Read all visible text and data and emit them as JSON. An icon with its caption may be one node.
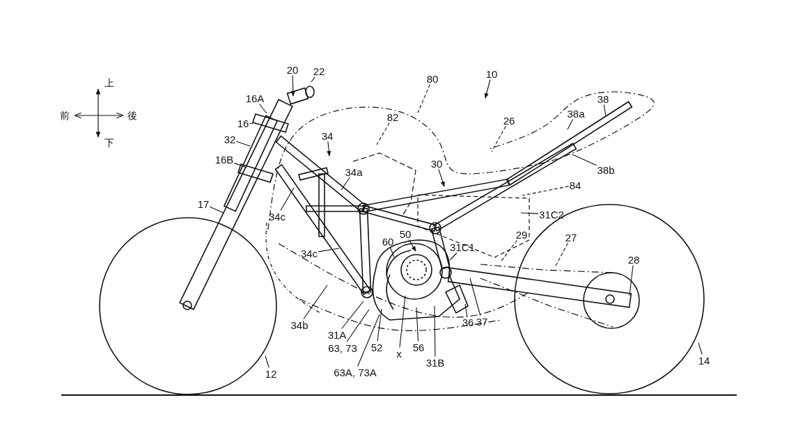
{
  "diagram": {
    "nodes": [
      {
        "text": [
          "20"
        ]
      },
      {
        "text": [
          "22"
        ]
      },
      {
        "text": [
          "16A"
        ]
      },
      {
        "text": [
          "16"
        ]
      },
      {
        "text": [
          "32"
        ]
      },
      {
        "text": [
          "16B"
        ]
      },
      {
        "text": [
          "17"
        ]
      },
      {
        "text": [
          "80"
        ]
      },
      {
        "text": [
          "10"
        ]
      },
      {
        "text": [
          "82"
        ]
      },
      {
        "text": [
          "34"
        ]
      },
      {
        "text": [
          "26"
        ]
      },
      {
        "text": [
          "38"
        ]
      },
      {
        "text": [
          "38a"
        ]
      },
      {
        "text": [
          "38b"
        ]
      },
      {
        "text": [
          "30"
        ]
      },
      {
        "text": [
          "34a"
        ]
      },
      {
        "text": [
          "84"
        ]
      },
      {
        "text": [
          "31C2"
        ]
      },
      {
        "text": [
          "34c"
        ]
      },
      {
        "text": [
          "34c"
        ]
      },
      {
        "text": [
          "60"
        ]
      },
      {
        "text": [
          "50"
        ]
      },
      {
        "text": [
          "31C1"
        ]
      },
      {
        "text": [
          "29"
        ]
      },
      {
        "text": [
          "27"
        ]
      },
      {
        "text": [
          "28"
        ]
      },
      {
        "text": [
          "34b"
        ]
      },
      {
        "text": [
          "31A"
        ]
      },
      {
        "text": [
          "63, 73"
        ]
      },
      {
        "text": [
          "52"
        ]
      },
      {
        "text": [
          "x"
        ]
      },
      {
        "text": [
          "56"
        ]
      },
      {
        "text": [
          "31B"
        ]
      },
      {
        "text": [
          "36"
        ]
      },
      {
        "text": [
          "37"
        ]
      },
      {
        "text": [
          "63A, 73A"
        ]
      },
      {
        "text": [
          "12"
        ]
      },
      {
        "text": [
          "14"
        ]
      }
    ],
    "edges": [
      {
        "from": 0,
        "to": null,
        "arrow": "to"
      },
      {
        "from": 1,
        "to": null,
        "arrow": "none"
      },
      {
        "from": 2,
        "to": null,
        "arrow": "none"
      },
      {
        "from": 3,
        "to": null,
        "arrow": "none",
        "style": "dashed"
      },
      {
        "from": 4,
        "to": null,
        "arrow": "none"
      },
      {
        "from": 5,
        "to": null,
        "arrow": "none"
      },
      {
        "from": 6,
        "to": null,
        "arrow": "none"
      },
      {
        "from": 7,
        "to": null,
        "arrow": "none",
        "style": "dashed"
      },
      {
        "from": 8,
        "to": null,
        "arrow": "to"
      },
      {
        "from": 9,
        "to": null,
        "arrow": "none",
        "style": "dashed"
      },
      {
        "from": 10,
        "to": null,
        "arrow": "to"
      },
      {
        "from": 11,
        "to": null,
        "arrow": "none",
        "style": "dashed"
      },
      {
        "from": 12,
        "to": null,
        "arrow": "none"
      },
      {
        "from": 13,
        "to": null,
        "arrow": "none"
      },
      {
        "from": 14,
        "to": null,
        "arrow": "none"
      },
      {
        "from": 15,
        "to": null,
        "arrow": "to"
      },
      {
        "from": 16,
        "to": null,
        "arrow": "none"
      },
      {
        "from": 17,
        "to": null,
        "arrow": "none",
        "style": "dashed"
      },
      {
        "from": 18,
        "to": null,
        "arrow": "none"
      },
      {
        "from": 19,
        "to": null,
        "arrow": "none"
      },
      {
        "from": 20,
        "to": null,
        "arrow": "none"
      },
      {
        "from": 21,
        "to": null,
        "arrow": "none"
      },
      {
        "from": 22,
        "to": null,
        "arrow": "to"
      },
      {
        "from": 23,
        "to": null,
        "arrow": "none"
      },
      {
        "from": 24,
        "to": null,
        "arrow": "none",
        "style": "dashed"
      },
      {
        "from": 25,
        "to": null,
        "arrow": "none",
        "style": "dashed"
      },
      {
        "from": 26,
        "to": null,
        "arrow": "none"
      },
      {
        "from": 27,
        "to": null,
        "arrow": "none"
      },
      {
        "from": 28,
        "to": null,
        "arrow": "none"
      },
      {
        "from": 29,
        "to": null,
        "arrow": "none"
      },
      {
        "from": 30,
        "to": null,
        "arrow": "none"
      },
      {
        "from": 31,
        "to": null,
        "arrow": "none"
      },
      {
        "from": 32,
        "to": null,
        "arrow": "none"
      },
      {
        "from": 33,
        "to": null,
        "arrow": "none"
      },
      {
        "from": 34,
        "to": null,
        "arrow": "none"
      },
      {
        "from": 35,
        "to": null,
        "arrow": "none"
      },
      {
        "from": 36,
        "to": null,
        "arrow": "none"
      },
      {
        "from": 37,
        "to": null,
        "arrow": "none"
      },
      {
        "from": 38,
        "to": null,
        "arrow": "none"
      }
    ],
    "labels": [
      "上",
      "前",
      "後",
      "下"
    ]
  }
}
